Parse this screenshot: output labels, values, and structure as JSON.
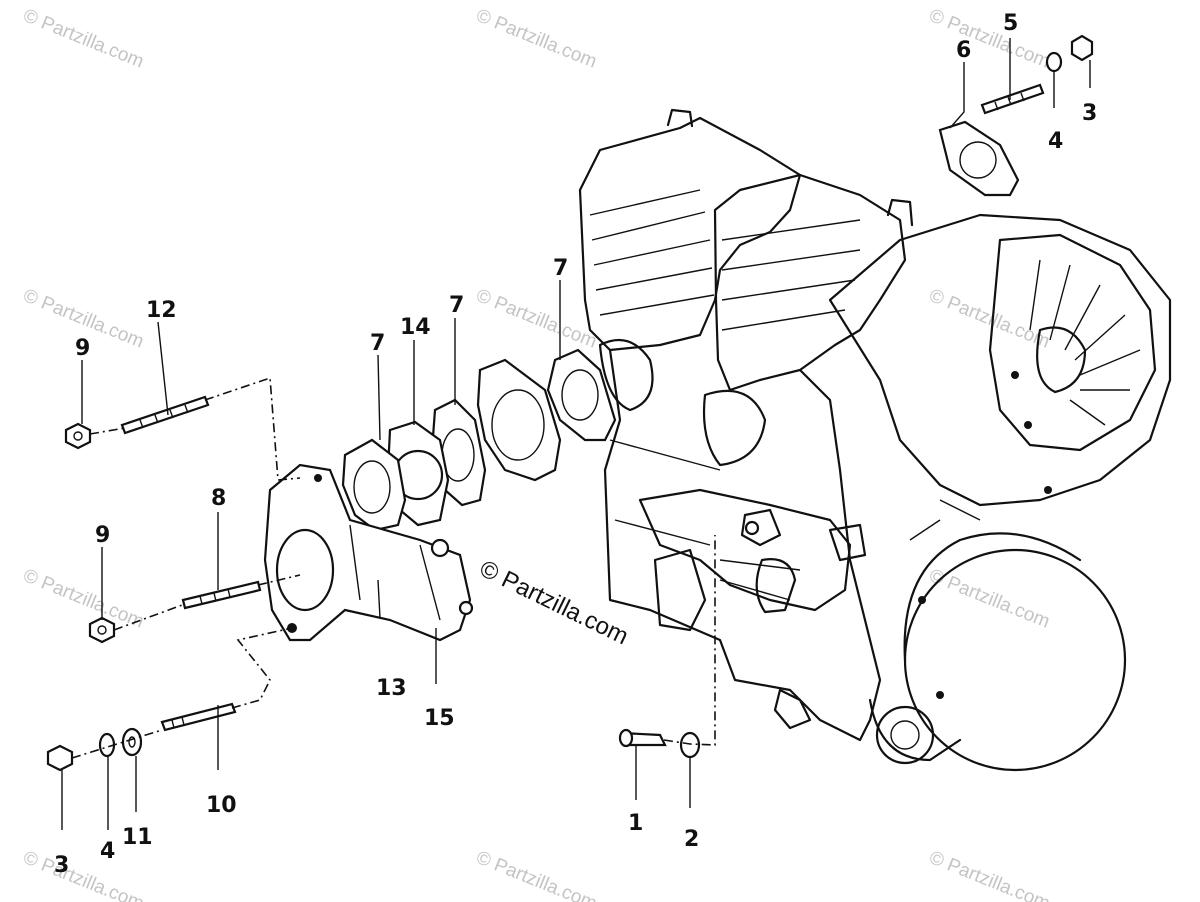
{
  "watermark": {
    "tile_text": "© Partzilla.com",
    "center_text": "© Partzilla.com"
  },
  "callouts": [
    "1",
    "2",
    "3",
    "3",
    "4",
    "4",
    "5",
    "6",
    "7",
    "7",
    "7",
    "8",
    "9",
    "9",
    "10",
    "11",
    "12",
    "13",
    "14",
    "15"
  ],
  "colors": {
    "ink": "#111111",
    "background": "#ffffff",
    "watermark": "#c4c4c4"
  }
}
